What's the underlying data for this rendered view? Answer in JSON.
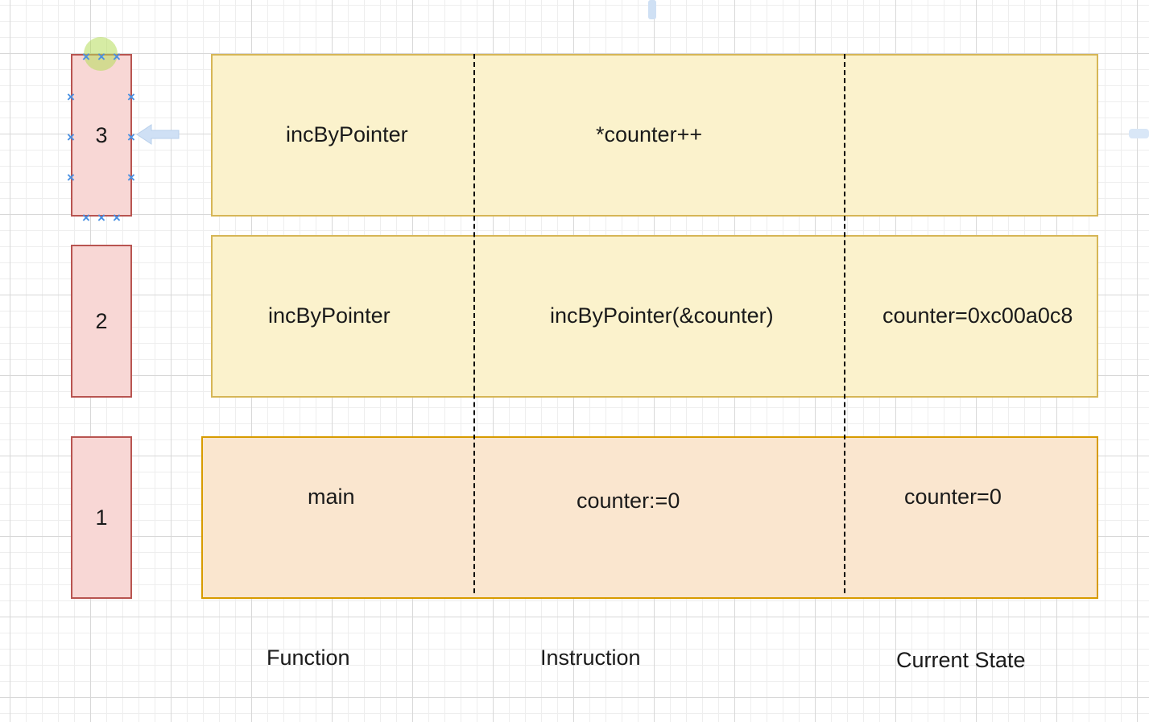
{
  "frames": [
    {
      "label": "3",
      "selected": true
    },
    {
      "label": "2",
      "selected": false
    },
    {
      "label": "1",
      "selected": false
    }
  ],
  "rows": [
    {
      "function": "incByPointer",
      "instruction": "*counter++",
      "state": ""
    },
    {
      "function": "incByPointer",
      "instruction": "incByPointer(&counter)",
      "state": "counter=0xc00a0c8"
    },
    {
      "function": "main",
      "instruction": "counter:=0",
      "state": "counter=0"
    }
  ],
  "legend": {
    "function": "Function",
    "instruction": "Instruction",
    "state": "Current State"
  },
  "colors": {
    "frame_fill": "#f8d7d5",
    "frame_border": "#b85450",
    "row_fill": "#fbf2cc",
    "row_border": "#d6b656",
    "main_row_fill": "#fae6cf",
    "main_row_border": "#d79b00",
    "selection_handle": "#4a90e2"
  },
  "icons": {
    "selection_handle": "cross-marker-icon",
    "connection_arrow": "arrow-left-icon"
  }
}
